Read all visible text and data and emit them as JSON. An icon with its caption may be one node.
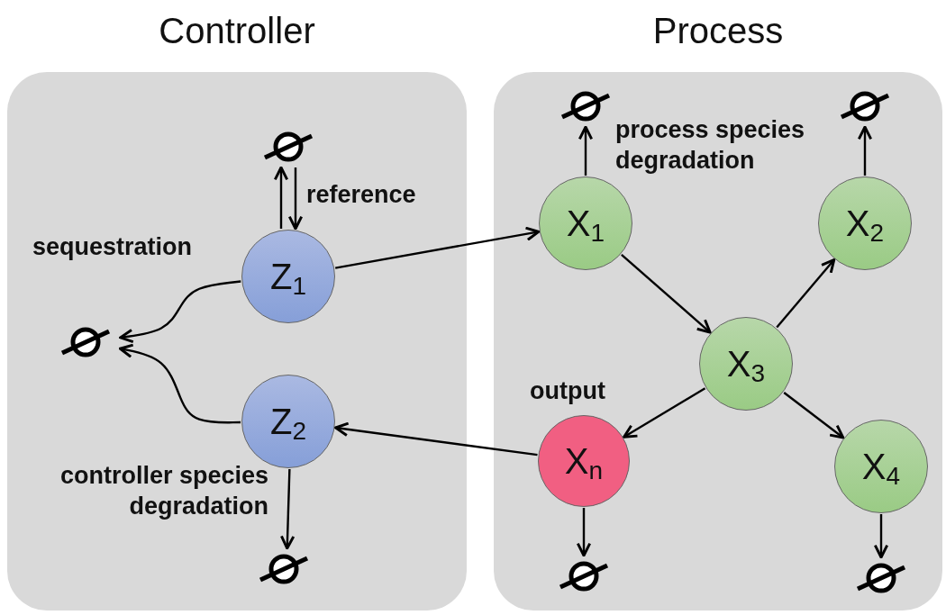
{
  "diagram": {
    "nodes": [
      {
        "text": [
          "Controller"
        ]
      },
      {
        "text": [
          "Process"
        ]
      },
      {
        "text": [
          "Z$_{1}$"
        ],
        "in": 0
      },
      {
        "text": [
          "Z$_{2}$"
        ],
        "in": 0
      },
      {
        "text": [],
        "shape": "circle",
        "in": 0
      },
      {
        "text": [],
        "shape": "circle",
        "in": 0
      },
      {
        "text": [],
        "shape": "circle",
        "in": 0
      },
      {
        "text": [
          "X$_{1}$"
        ],
        "in": 1
      },
      {
        "text": [
          "X$_{2}$"
        ],
        "in": 1
      },
      {
        "text": [
          "X$_{3}$"
        ],
        "in": 1
      },
      {
        "text": [
          "X$_{n}$"
        ],
        "in": 1,
        "beside": [
          "output"
        ]
      },
      {
        "text": [
          "X$_{4}$"
        ],
        "in": 1
      },
      {
        "text": [],
        "shape": "circle",
        "in": 1
      },
      {
        "text": [],
        "shape": "circle",
        "in": 1
      },
      {
        "text": [],
        "shape": "circle",
        "in": 1
      },
      {
        "text": [],
        "shape": "circle",
        "in": 1
      }
    ],
    "edges": [
      {
        "from": 2,
        "to": 4,
        "arrow": "to"
      },
      {
        "from": 4,
        "to": 2,
        "arrow": "to"
      },
      {
        "from": 2,
        "to": 5,
        "arrow": "to"
      },
      {
        "from": 3,
        "to": 5,
        "arrow": "to"
      },
      {
        "from": 3,
        "to": 6,
        "arrow": "to"
      },
      {
        "from": 2,
        "to": 7,
        "arrow": "to"
      },
      {
        "from": 10,
        "to": 3,
        "arrow": "to"
      },
      {
        "from": 7,
        "to": 12,
        "arrow": "to"
      },
      {
        "from": 8,
        "to": 13,
        "arrow": "to"
      },
      {
        "from": 7,
        "to": 9,
        "arrow": "to"
      },
      {
        "from": 9,
        "to": 8,
        "arrow": "to"
      },
      {
        "from": 9,
        "to": 10,
        "arrow": "to"
      },
      {
        "from": 9,
        "to": 11,
        "arrow": "to"
      },
      {
        "from": 10,
        "to": 14,
        "arrow": "to"
      },
      {
        "from": 11,
        "to": 15,
        "arrow": "to"
      }
    ],
    "labels": [
      "reference",
      "sequestration",
      "process species degradation",
      "controller species degradation"
    ]
  }
}
